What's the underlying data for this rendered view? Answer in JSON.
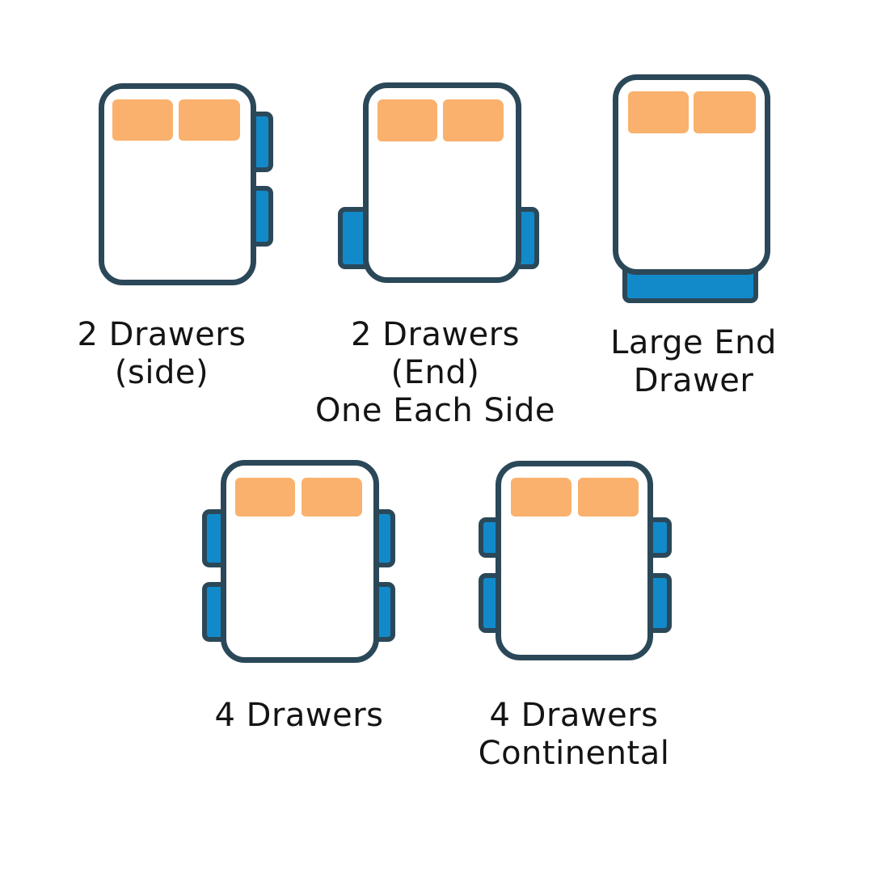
{
  "colors": {
    "outline": "#2b4859",
    "drawer": "#128aca",
    "pillow": "#f9b16d",
    "bed": "#ffffff",
    "text": "#141414",
    "background": "#ffffff"
  },
  "figures": [
    {
      "id": "2-drawers-side",
      "icon": "bed-top-view-icon",
      "label_line1": "2 Drawers",
      "label_line2": "(side)",
      "drawers_shown": 2,
      "drawer_placement": "two drawers on the right side"
    },
    {
      "id": "2-drawers-end-one-each-side",
      "icon": "bed-top-view-icon",
      "label_line1": "2 Drawers (End)",
      "label_line2": "One Each Side",
      "drawers_shown": 2,
      "drawer_placement": "one drawer on each side near the foot end"
    },
    {
      "id": "large-end-drawer",
      "icon": "bed-top-view-icon",
      "label_line1": "Large End",
      "label_line2": "Drawer",
      "drawers_shown": 1,
      "drawer_placement": "one large drawer across the foot end"
    },
    {
      "id": "4-drawers",
      "icon": "bed-top-view-icon",
      "label_line1": "4 Drawers",
      "drawers_shown": 4,
      "drawer_placement": "two drawers on each side"
    },
    {
      "id": "4-drawers-continental",
      "icon": "bed-top-view-icon",
      "label_line1": "4 Drawers",
      "label_line2": "Continental",
      "drawers_shown": 4,
      "drawer_placement": "two drawers on each side, upper drawers shorter"
    }
  ]
}
